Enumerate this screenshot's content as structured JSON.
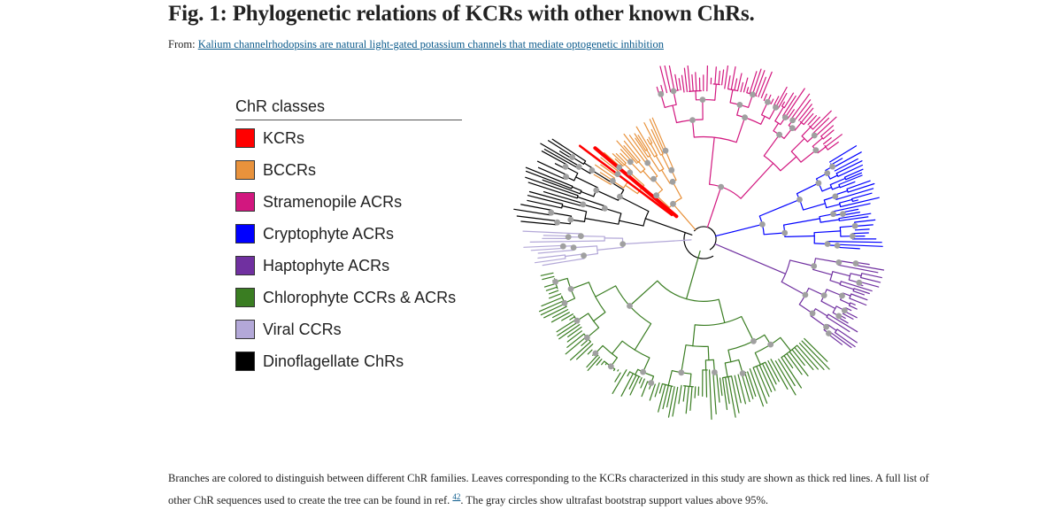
{
  "figure": {
    "title": "Fig. 1: Phylogenetic relations of KCRs with other known ChRs.",
    "from_label": "From:",
    "source_link": "Kalium channelrhodopsins are natural light-gated potassium channels that mediate optogenetic inhibition"
  },
  "legend": {
    "title": "ChR classes",
    "items": [
      {
        "label": "KCRs",
        "color": "#ff0000"
      },
      {
        "label": "BCCRs",
        "color": "#e8923c"
      },
      {
        "label": "Stramenopile ACRs",
        "color": "#d2177f"
      },
      {
        "label": "Cryptophyte ACRs",
        "color": "#0000ff"
      },
      {
        "label": "Haptophyte ACRs",
        "color": "#7030a0"
      },
      {
        "label": "Chlorophyte CCRs & ACRs",
        "color": "#3a7d22"
      },
      {
        "label": "Viral CCRs",
        "color": "#b3a8d8"
      },
      {
        "label": "Dinoflagellate ChRs",
        "color": "#000000"
      }
    ]
  },
  "tree": {
    "bootstrap_color": "#a0a0a0"
  },
  "caption": {
    "text_before_ref": "Branches are colored to distinguish between different ChR families. Leaves corresponding to the KCRs characterized in this study are shown as thick red lines. A full list of other ChR sequences used to create the tree can be found in ref.",
    "ref_number": "42",
    "text_after_ref": ". The gray circles show ultrafast bootstrap support values above 95%."
  }
}
